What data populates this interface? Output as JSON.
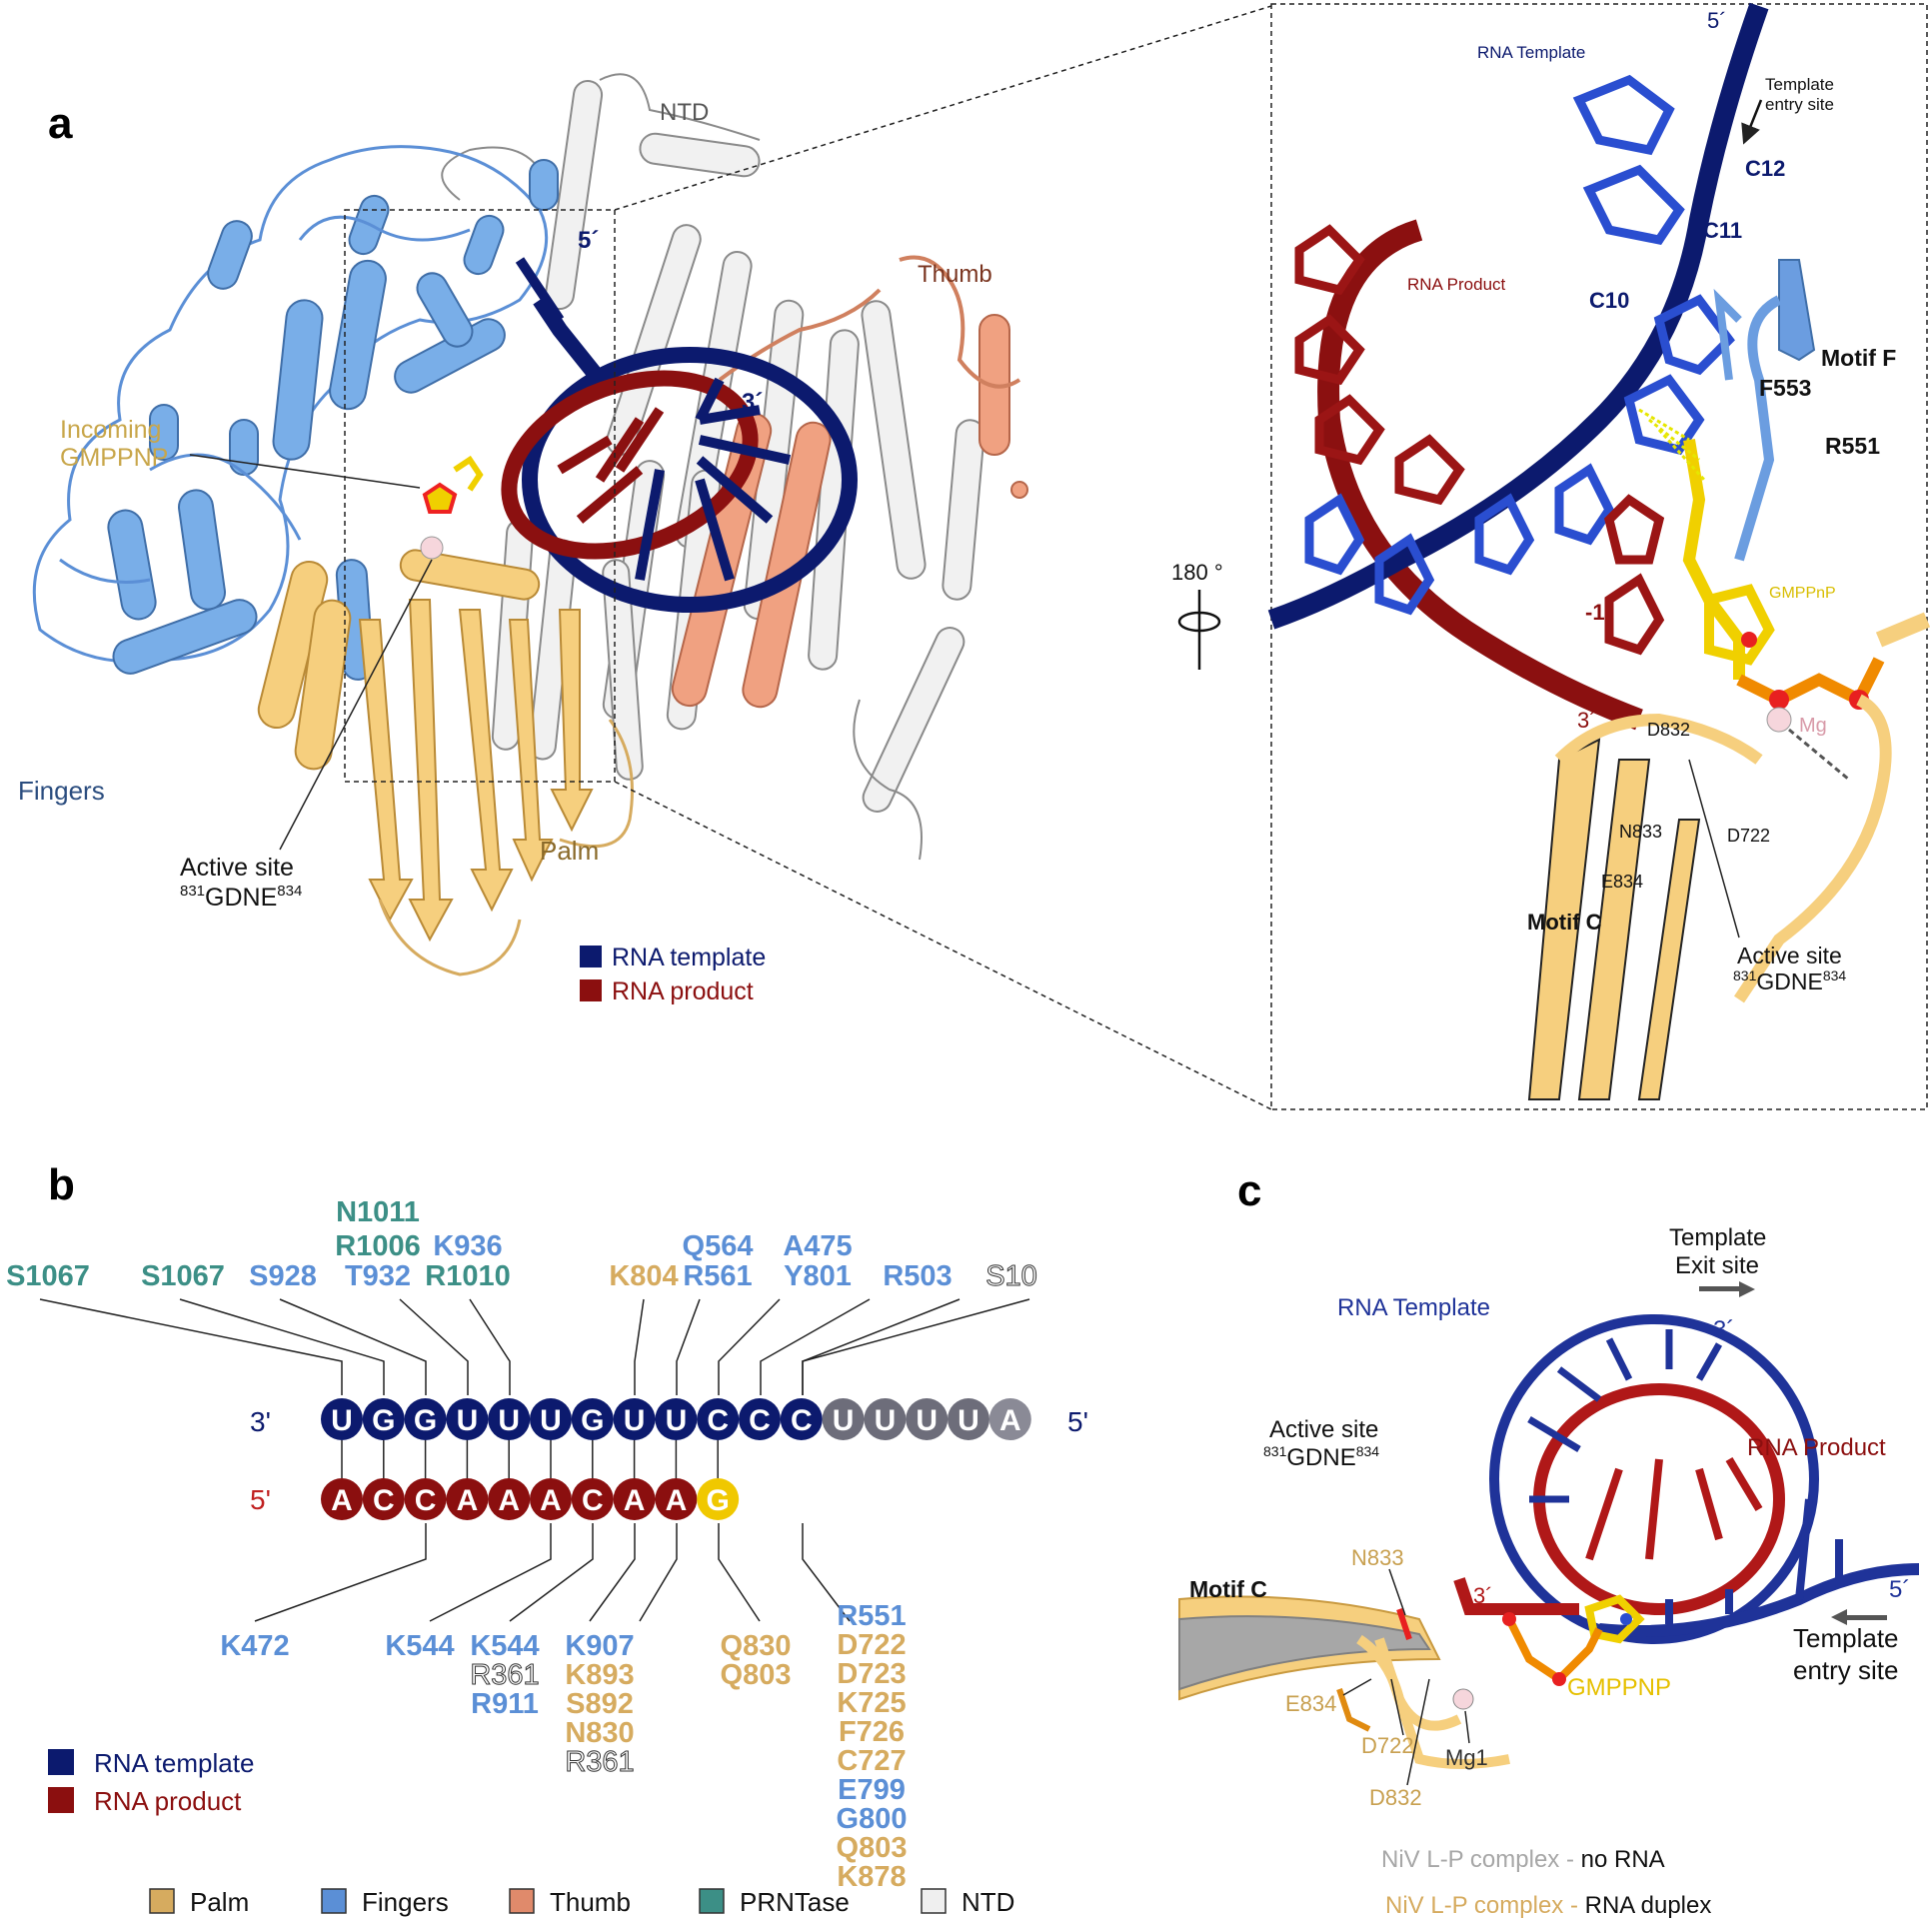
{
  "panels": {
    "a": "a",
    "b": "b",
    "c": "c"
  },
  "panel_a": {
    "ntd": "NTD",
    "thumb": "Thumb",
    "fingers": "Fingers",
    "palm": "Palm",
    "five_prime": "5´",
    "three_prime": "3´",
    "incoming": [
      "Incoming",
      "GMPPNP"
    ],
    "active_site": "Active site",
    "active_site_seq": {
      "sup1": "831",
      "text": "GDNE",
      "sup2": "834"
    },
    "legend": [
      {
        "label": "RNA template",
        "color": "#0c1a6e"
      },
      {
        "label": "RNA product",
        "color": "#8b0f0f"
      }
    ]
  },
  "inset": {
    "five_prime": "5´",
    "rna_template": "RNA Template",
    "template_entry": [
      "Template",
      "entry site"
    ],
    "c12": "C12",
    "c11": "C11",
    "c10": "C10",
    "rna_product": "RNA Product",
    "motif_f": "Motif F",
    "f553": "F553",
    "r551": "R551",
    "rotation": "180 °",
    "gmppnp": "GMPPnP",
    "minus1": "-1",
    "three_prime": "3´",
    "mg": "Mg",
    "d832": "D832",
    "n833": "N833",
    "d722": "D722",
    "e834": "E834",
    "motif_c": "Motif C",
    "active_site": "Active site",
    "active_site_seq": {
      "sup1": "831",
      "text": "GDNE",
      "sup2": "834"
    }
  },
  "panel_b": {
    "template_end_left": "3'",
    "template_end_right": "5'",
    "product_end_left": "5'",
    "template_nts": [
      "U",
      "G",
      "G",
      "U",
      "U",
      "U",
      "G",
      "U",
      "U",
      "C",
      "C",
      "C",
      "U",
      "U",
      "U",
      "U",
      "A"
    ],
    "product_nts": [
      "A",
      "C",
      "C",
      "A",
      "A",
      "A",
      "C",
      "A",
      "A",
      "G"
    ],
    "top_residues": [
      {
        "text": "S1067",
        "domain": "PRNTase"
      },
      {
        "text": "S1067",
        "domain": "PRNTase"
      },
      {
        "text": "S928",
        "domain": "Fingers"
      },
      {
        "text": "N1011",
        "domain": "PRNTase"
      },
      {
        "text": "R1006",
        "domain": "PRNTase"
      },
      {
        "text": "T932",
        "domain": "Fingers"
      },
      {
        "text": "K936",
        "domain": "Fingers"
      },
      {
        "text": "R1010",
        "domain": "PRNTase"
      },
      {
        "text": "K804",
        "domain": "Palm"
      },
      {
        "text": "Q564",
        "domain": "Fingers"
      },
      {
        "text": "R561",
        "domain": "Fingers"
      },
      {
        "text": "A475",
        "domain": "Fingers"
      },
      {
        "text": "Y801",
        "domain": "Fingers"
      },
      {
        "text": "R503",
        "domain": "Fingers"
      },
      {
        "text": "S10",
        "domain": "NTD"
      }
    ],
    "bottom_residues": [
      {
        "text": "K472",
        "domain": "Fingers"
      },
      {
        "text": "K544",
        "domain": "Fingers"
      },
      {
        "text": "K544",
        "domain": "Fingers"
      },
      {
        "text": "R361",
        "domain": "NTD"
      },
      {
        "text": "R911",
        "domain": "Fingers"
      },
      {
        "text": "K907",
        "domain": "Fingers"
      },
      {
        "text": "K893",
        "domain": "Palm"
      },
      {
        "text": "S892",
        "domain": "Palm"
      },
      {
        "text": "N830",
        "domain": "Palm"
      },
      {
        "text": "R361",
        "domain": "NTD"
      },
      {
        "text": "Q830",
        "domain": "Palm"
      },
      {
        "text": "Q803",
        "domain": "Palm"
      },
      {
        "text": "R551",
        "domain": "Fingers"
      },
      {
        "text": "D722",
        "domain": "Palm"
      },
      {
        "text": "D723",
        "domain": "Palm"
      },
      {
        "text": "K725",
        "domain": "Palm"
      },
      {
        "text": "F726",
        "domain": "Palm"
      },
      {
        "text": "C727",
        "domain": "Palm"
      },
      {
        "text": "E799",
        "domain": "Fingers"
      },
      {
        "text": "G800",
        "domain": "Fingers"
      },
      {
        "text": "Q803",
        "domain": "Palm"
      },
      {
        "text": "K878",
        "domain": "Palm"
      }
    ],
    "rna_legend": [
      {
        "label": "RNA template",
        "color": "#0c1a6e"
      },
      {
        "label": "RNA product",
        "color": "#8b0f0f"
      }
    ],
    "domain_legend": [
      {
        "label": "Palm",
        "color": "#d6ab5f"
      },
      {
        "label": "Fingers",
        "color": "#5b8fd6"
      },
      {
        "label": "Thumb",
        "color": "#e08a6b"
      },
      {
        "label": "PRNTase",
        "color": "#3c8f86"
      },
      {
        "label": "NTD",
        "color": "#efefef"
      }
    ]
  },
  "panel_c": {
    "template_exit": [
      "Template",
      "Exit site"
    ],
    "rna_template": "RNA Template",
    "three_prime_top": "3´",
    "active_site": "Active site",
    "active_site_seq": {
      "sup1": "831",
      "text": "GDNE",
      "sup2": "834"
    },
    "rna_product": "RNA Product",
    "five_prime": "5´",
    "n833": "N833",
    "motif_c": "Motif C",
    "three_prime_mid": "3´",
    "template_entry": [
      "Template",
      "entry site"
    ],
    "gmppnp": "GMPPNP",
    "e834": "E834",
    "d722": "D722",
    "mg1": "Mg1",
    "d832": "D832",
    "legend_no_rna": {
      "name": "NiV L-P complex - ",
      "rest": "no RNA"
    },
    "legend_rna": {
      "name": "NiV L-P complex - ",
      "rest": "RNA duplex"
    }
  },
  "colors": {
    "template": "#0c1a6e",
    "product": "#8b0f0f",
    "palm": "#d6ab5f",
    "fingers": "#5b8fd6",
    "thumb": "#e08a6b",
    "prntase": "#3c8f86",
    "ntd": "#efefef",
    "gmppnp": "#f0c800",
    "grey_nt": "#6d6d7a"
  }
}
